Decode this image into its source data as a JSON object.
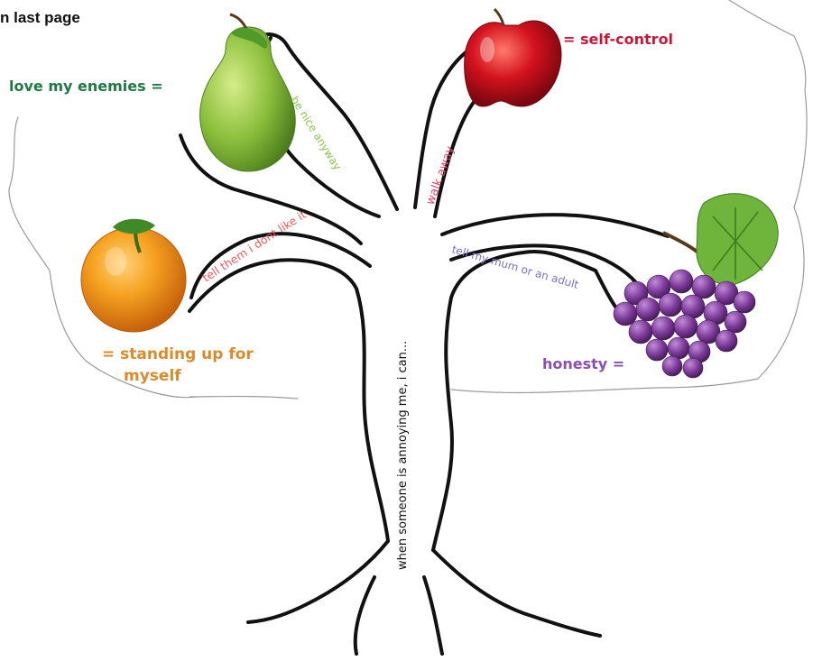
{
  "header": {
    "text": "n last page"
  },
  "trunk_text": "when someone is annoying me, i can...",
  "branches": [
    {
      "label": "be nice anyway",
      "color": "#8bc34a"
    },
    {
      "label": "walk away",
      "color": "#e0436b"
    },
    {
      "label": "tell them i dont like it",
      "color": "#ef5a5a"
    },
    {
      "label": "tell my mum or an adult",
      "color": "#7a6fc9"
    }
  ],
  "fruits": [
    {
      "name": "pear",
      "label": "love my enemies =",
      "color": "#1d7a43"
    },
    {
      "name": "apple",
      "label": "= self-control",
      "color": "#c8183a"
    },
    {
      "name": "orange",
      "label_line1": "= standing up for",
      "label_line2": "myself",
      "color": "#d98b2b"
    },
    {
      "name": "grapes",
      "label": "honesty =",
      "color": "#8a4fb0"
    }
  ]
}
